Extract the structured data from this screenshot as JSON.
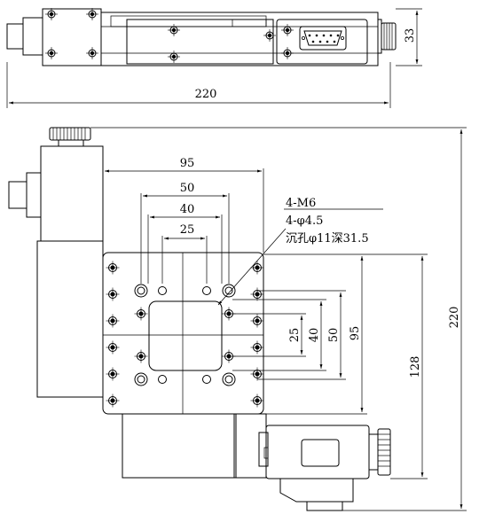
{
  "dimensions": {
    "top_width": "220",
    "top_height": "33",
    "hole_span_95": "95",
    "hole_span_50": "50",
    "hole_span_40": "40",
    "hole_span_25": "25",
    "right_25": "25",
    "right_40": "40",
    "right_50": "50",
    "right_95": "95",
    "height_128": "128",
    "height_220": "220"
  },
  "notes": {
    "thread": "4-M6",
    "hole": "4-φ4.5",
    "counterbore": "沉孔φ11深31.5"
  }
}
